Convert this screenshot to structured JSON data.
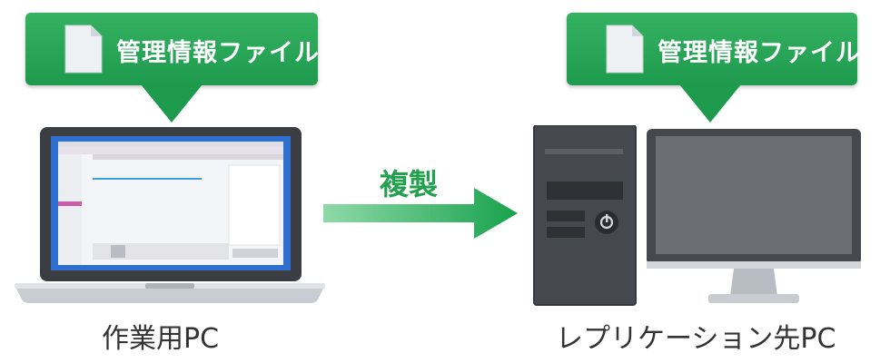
{
  "left": {
    "callout_label": "管理情報ファイル",
    "caption": "作業用PC"
  },
  "arrow": {
    "label": "複製"
  },
  "right": {
    "callout_label": "管理情報ファイル",
    "caption": "レプリケーション先PC"
  },
  "colors": {
    "green": "#1e9a4c",
    "arrow_light": "#8fd9a8",
    "arrow_dark": "#17a24c"
  },
  "icons": [
    "document-icon",
    "laptop-icon",
    "tower-pc-icon",
    "power-icon",
    "monitor-icon",
    "arrow-right-icon"
  ]
}
